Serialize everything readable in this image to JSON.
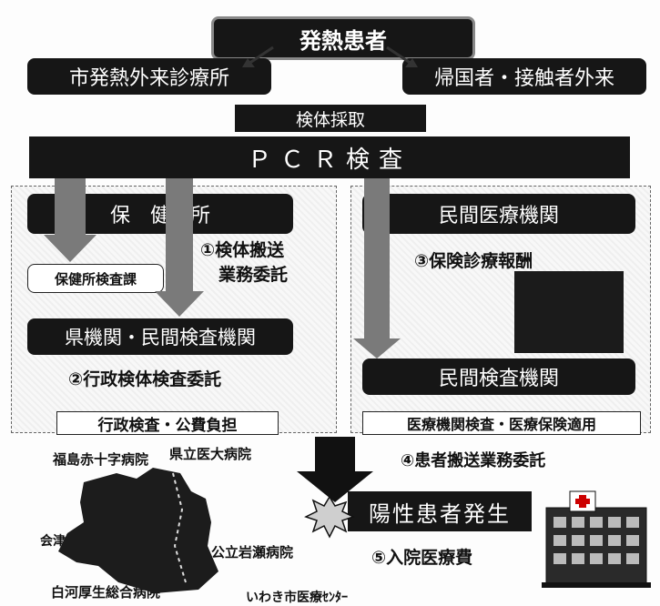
{
  "top": {
    "header": "発熱患者"
  },
  "clinics": {
    "left": "市発熱外来診療所",
    "right": "帰国者・接触者外来"
  },
  "sampling": "検体採取",
  "pcr": "ＰＣＲ検査",
  "left_panel": {
    "hokensho": "保　健　所",
    "lab_section": "保健所検査課",
    "commission1": [
      "①検体搬送",
      "業務委託"
    ],
    "prefecture_lab": "県機関・民間検査機関",
    "commission2": "②行政検体検査委託",
    "footer": "行政検査・公費負担"
  },
  "right_panel": {
    "private_med": "民間医療機関",
    "insurance": "③保険診療報酬",
    "private_lab": "民間検査機関",
    "footer": "医療機関検査・医療保険適用"
  },
  "bottom": {
    "transport": "④患者搬送業務委託",
    "positive": "陽性患者発生",
    "hospital_cost": "⑤入院医療費"
  },
  "map_labels": {
    "fukushima_red_cross": "福島赤十字病院",
    "pref_med_univ": "県立医大病院",
    "aizu": "会津医療ｾﾝﾀｰ",
    "iwase": "公立岩瀬病院",
    "shirakawa": "白河厚生総合病院",
    "iwaki": "いわき市医療ｾﾝﾀｰ"
  }
}
